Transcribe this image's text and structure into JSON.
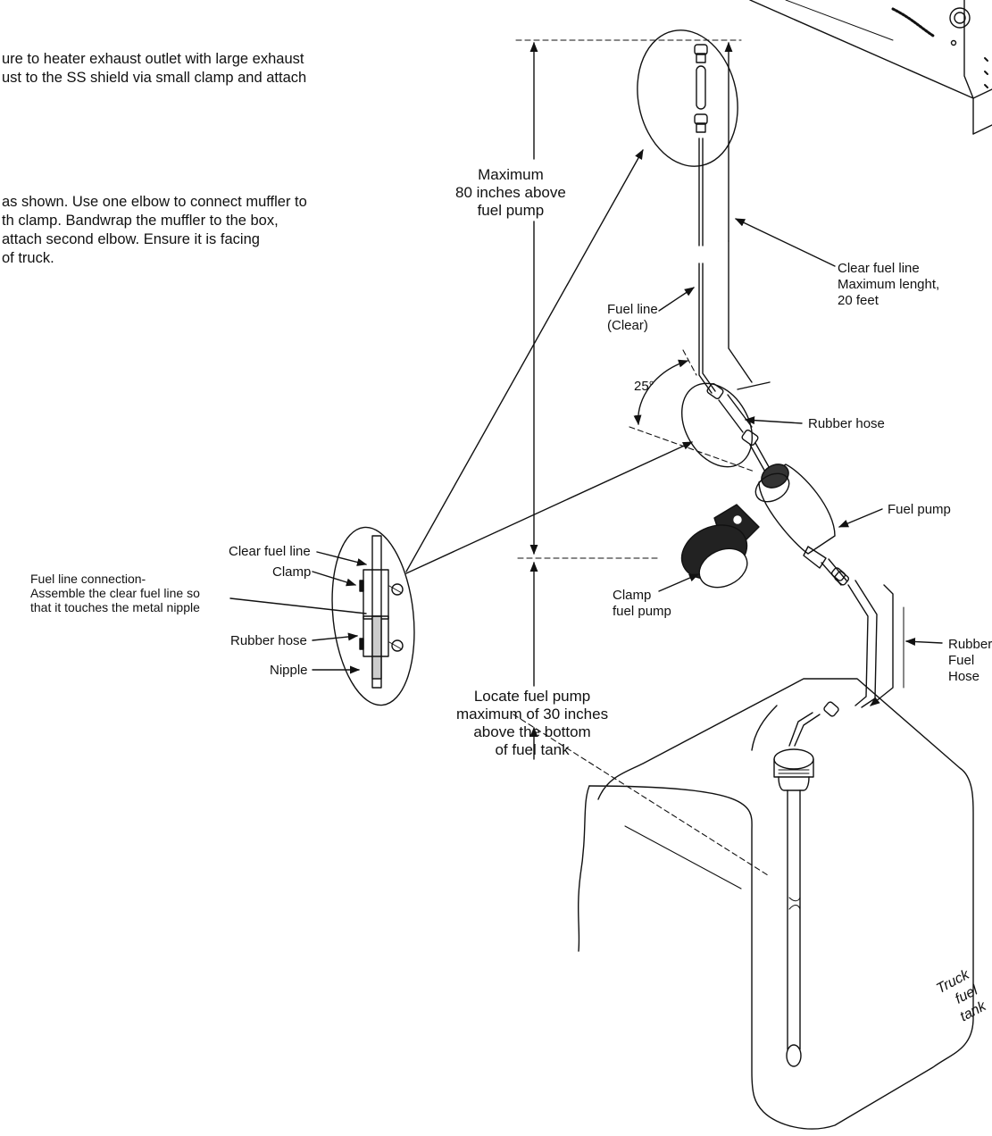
{
  "notes": {
    "exhaust": [
      "ure to heater exhaust outlet with large exhaust",
      "ust to the SS shield via small  clamp and attach"
    ],
    "muffler": [
      "as shown. Use one elbow to connect muffler to",
      "th clamp. Bandwrap the muffler to the box,",
      " attach second elbow. Ensure it is facing",
      "of truck."
    ]
  },
  "labels": {
    "max_80": [
      "Maximum",
      "80 inches above",
      "fuel pump"
    ],
    "clear_fuel_line_max": [
      "Clear fuel line",
      "Maximum lenght,",
      "20 feet"
    ],
    "fuel_line_clear": [
      "Fuel line",
      "(Clear)"
    ],
    "angle": "25°",
    "rubber_hose": "Rubber hose",
    "fuel_pump": "Fuel pump",
    "clamp_fuel_pump": [
      "Clamp",
      "fuel pump"
    ],
    "rubber_fuel_hose": [
      "Rubber",
      "Fuel",
      "Hose"
    ],
    "locate_30": [
      "Locate fuel pump",
      "maximum of 30 inches",
      "above the bottom",
      "of fuel tank"
    ],
    "truck_fuel_tank": [
      "Truck",
      "fuel",
      "tank"
    ]
  },
  "detail": {
    "clear_fuel_line": "Clear fuel line",
    "clamp": "Clamp",
    "connection": [
      "Fuel line connection-",
      "Assemble the clear fuel line so",
      "that it touches the metal nipple"
    ],
    "rubber_hose": "Rubber hose",
    "nipple": "Nipple"
  }
}
